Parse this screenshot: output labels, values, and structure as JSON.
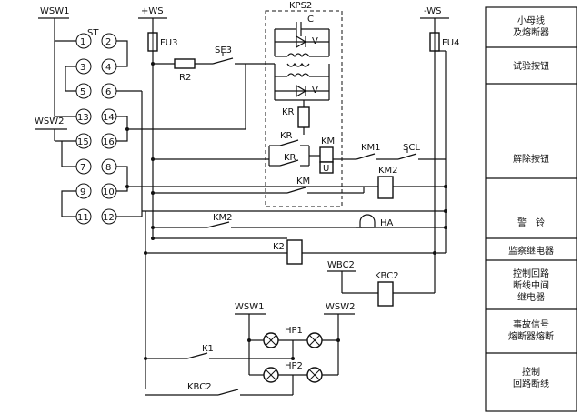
{
  "buses": {
    "wsw1_top": "WSW1",
    "wsw2_left": "WSW2",
    "ws_plus": "+WS",
    "ws_minus": "-WS",
    "wsw1_bottom": "WSW1",
    "wsw2_bottom": "WSW2",
    "wbc2": "WBC2"
  },
  "terminal_block": {
    "label": "ST",
    "numbers": [
      "1",
      "2",
      "3",
      "4",
      "5",
      "6",
      "13",
      "14",
      "15",
      "16",
      "7",
      "8",
      "9",
      "10",
      "11",
      "12"
    ]
  },
  "components": {
    "fu3": "FU3",
    "fu4": "FU4",
    "r2": "R2",
    "se3": "SE3",
    "kps2": "KPS2",
    "c": "C",
    "v1": "V",
    "v2": "V",
    "kr_coil": "KR",
    "kr_contact1": "KR",
    "kr_contact2": "KR",
    "km_coil_small": "KM",
    "u": "U",
    "km1": "KM1",
    "scl": "SCL",
    "km2_coil": "KM2",
    "km_contact": "KM",
    "km2_contact": "KM2",
    "ha": "HA",
    "k2": "K2",
    "kbc2": "KBC2",
    "hp1": "HP1",
    "hp2": "HP2",
    "k1": "K1",
    "kbc2_contact": "KBC2"
  },
  "legend": [
    "小母线\n及熔断器",
    "试验按钮",
    "解除按钮",
    "警　铃",
    "监察继电器",
    "控制回路\n断线中间\n继电器",
    "事故信号\n熔断器熔断",
    "控制\n回路断线"
  ]
}
